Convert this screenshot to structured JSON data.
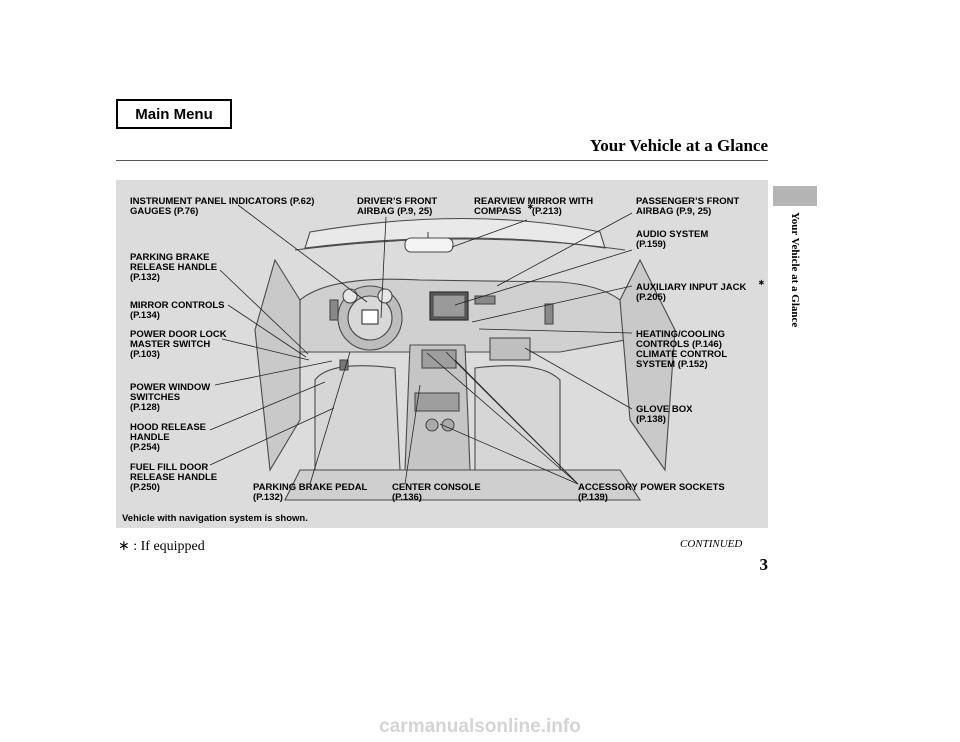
{
  "header": {
    "main_menu": "Main Menu",
    "title": "Your Vehicle at a Glance",
    "side_label": "Your Vehicle at a Glance"
  },
  "labels": {
    "instrument": "INSTRUMENT PANEL INDICATORS (P.62)\nGAUGES (P.76)",
    "driver_airbag": "DRIVER’S FRONT\nAIRBAG (P.9, 25)",
    "rearview": "REARVIEW MIRROR WITH\nCOMPASS    (P.213)",
    "passenger_airbag": "PASSENGER’S FRONT\nAIRBAG (P.9, 25)",
    "audio": "AUDIO SYSTEM\n(P.159)",
    "parking_release": "PARKING BRAKE\nRELEASE HANDLE\n(P.132)",
    "aux_jack": "AUXILIARY INPUT JACK\n(P.205)",
    "mirror_controls": "MIRROR CONTROLS\n(P.134)",
    "door_lock": "POWER DOOR LOCK\nMASTER SWITCH\n(P.103)",
    "climate": "HEATING/COOLING\nCONTROLS (P.146)\nCLIMATE CONTROL\nSYSTEM (P.152)",
    "window_switches": "POWER WINDOW\nSWITCHES\n(P.128)",
    "glove_box": "GLOVE BOX\n(P.138)",
    "hood": "HOOD RELEASE\nHANDLE\n(P.254)",
    "fuel_door": "FUEL FILL DOOR\nRELEASE HANDLE\n(P.250)",
    "parking_pedal": "PARKING BRAKE PEDAL\n(P.132)",
    "center_console": "CENTER CONSOLE\n(P.136)",
    "power_sockets": "ACCESSORY POWER SOCKETS\n(P.139)",
    "asterisk": "∗"
  },
  "footer": {
    "nav_note": "Vehicle with navigation system is shown.",
    "if_equipped": "∗ : If equipped",
    "continued": "CONTINUED",
    "page_number": "3",
    "watermark": "carmanualsonline.info"
  }
}
